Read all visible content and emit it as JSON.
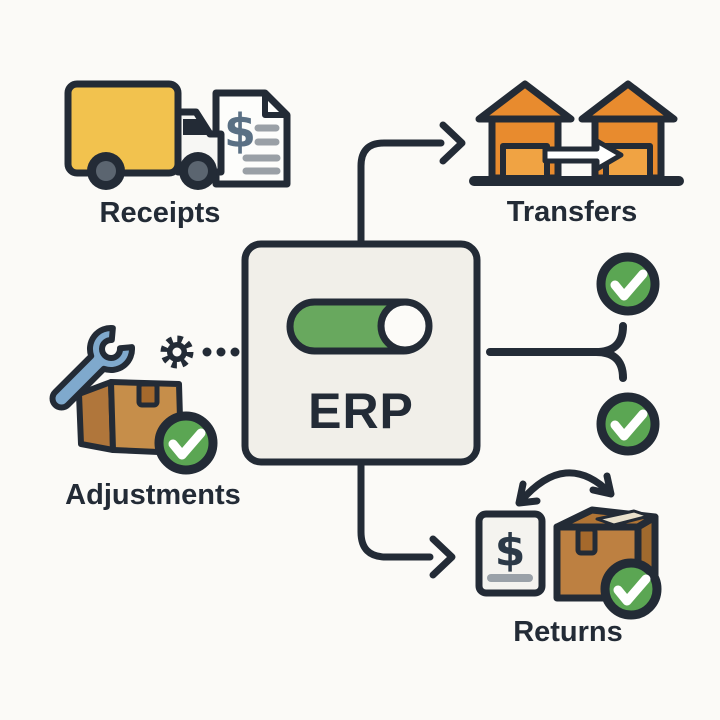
{
  "diagram": {
    "background_color": "#fbfaf7",
    "outline_color": "#232b36",
    "center": {
      "label": "ERP",
      "toggle": {
        "state": "on",
        "track_color": "#68a85e",
        "knob_color": "#fcfbf8"
      }
    },
    "nodes": [
      {
        "id": "receipts",
        "label": "Receipts",
        "icon": "truck-invoice-icon",
        "dollar_sign": "$",
        "accent_color": "#f2c24e"
      },
      {
        "id": "transfers",
        "label": "Transfers",
        "icon": "warehouses-arrow-icon",
        "accent_color": "#e88b2e"
      },
      {
        "id": "adjustments",
        "label": "Adjustments",
        "icon": "wrench-box-check-icon",
        "accent_color": "#7fa9cd"
      },
      {
        "id": "returns",
        "label": "Returns",
        "icon": "invoice-box-check-icon",
        "dollar_sign": "$",
        "accent_color": "#bd8041"
      }
    ],
    "connections": [
      {
        "from": "erp",
        "to": "transfers",
        "style": "solid-elbow-arrow"
      },
      {
        "from": "erp",
        "to": "returns",
        "style": "solid-elbow-arrow"
      },
      {
        "from": "erp",
        "to": "right-status-checks",
        "style": "forked-line"
      },
      {
        "from": "adjustments-gear",
        "to": "erp",
        "style": "dotted"
      },
      {
        "from": "returns-invoice",
        "to": "returns-box",
        "style": "curved-double-arrow"
      }
    ],
    "status": {
      "check_color": "#5ba653",
      "check_count": 4
    }
  }
}
